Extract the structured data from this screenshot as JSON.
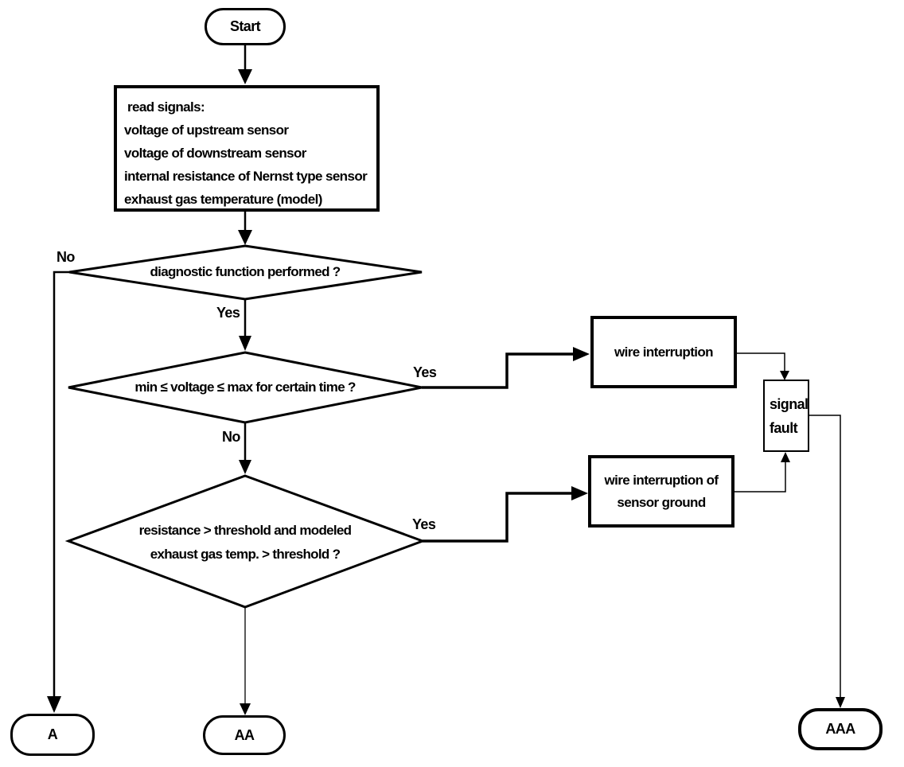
{
  "nodes": {
    "start": {
      "label": "Start"
    },
    "read_signals": {
      "lines": [
        "read signals:",
        "voltage of upstream sensor",
        "voltage of downstream sensor",
        "internal resistance of Nernst type sensor",
        "exhaust gas temperature (model)"
      ]
    },
    "decision_diagnostic": {
      "label": "diagnostic function performed ?"
    },
    "decision_voltage": {
      "label": "min ≤ voltage ≤ max for certain time ?"
    },
    "decision_resistance": {
      "line1": "resistance > threshold and modeled",
      "line2": "exhaust gas temp. > threshold ?"
    },
    "wire_interruption": {
      "label": "wire interruption"
    },
    "wire_interruption_ground": {
      "line1": "wire interruption of",
      "line2": "sensor ground"
    },
    "signal_fault": {
      "line1": "signal",
      "line2": "fault"
    },
    "terminal_a": {
      "label": "A"
    },
    "terminal_aa": {
      "label": "AA"
    },
    "terminal_aaa": {
      "label": "AAA"
    }
  },
  "edge_labels": {
    "diagnostic_no": "No",
    "diagnostic_yes": "Yes",
    "voltage_yes": "Yes",
    "voltage_no": "No",
    "resistance_yes": "Yes"
  },
  "colors": {
    "ink": "#000000",
    "background": "#ffffff"
  }
}
